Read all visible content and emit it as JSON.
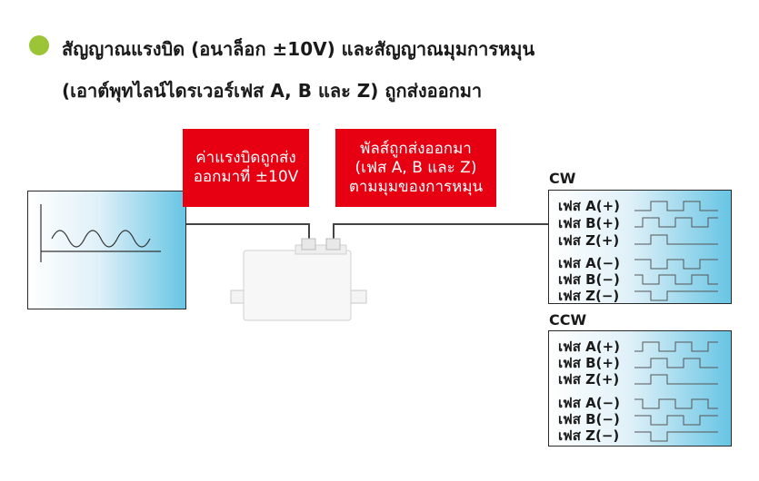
{
  "heading": {
    "line1": "สัญญาณแรงบิด (อนาล็อก ±10V) และสัญญาณมุมการหมุน",
    "line2": "(เอาต์พุทไลน์ไดรเวอร์เฟส A, B และ Z) ถูกส่งออกมา"
  },
  "torque_label": {
    "line1": "ค่าแรงบิดถูกส่ง",
    "line2": "ออกมาที่ ±10V"
  },
  "pulse_label": {
    "line1": "พัลส์ถูกส่งออกมา",
    "line2": "(เฟส A, B และ Z)",
    "line3": "ตามมุมของการหมุน"
  },
  "cw": {
    "title": "CW",
    "phases": [
      "เฟส A(+)",
      "เฟส B(+)",
      "เฟส Z(+)",
      "เฟส A(−)",
      "เฟส B(−)",
      "เฟส Z(−)"
    ]
  },
  "ccw": {
    "title": "CCW",
    "phases": [
      "เฟส A(+)",
      "เฟส B(+)",
      "เฟส Z(+)",
      "เฟส A(−)",
      "เฟส B(−)",
      "เฟส Z(−)"
    ]
  },
  "colors": {
    "accent_red": "#e60012",
    "bullet_green": "#9bc437",
    "panel_blue": "#67c5e4"
  }
}
